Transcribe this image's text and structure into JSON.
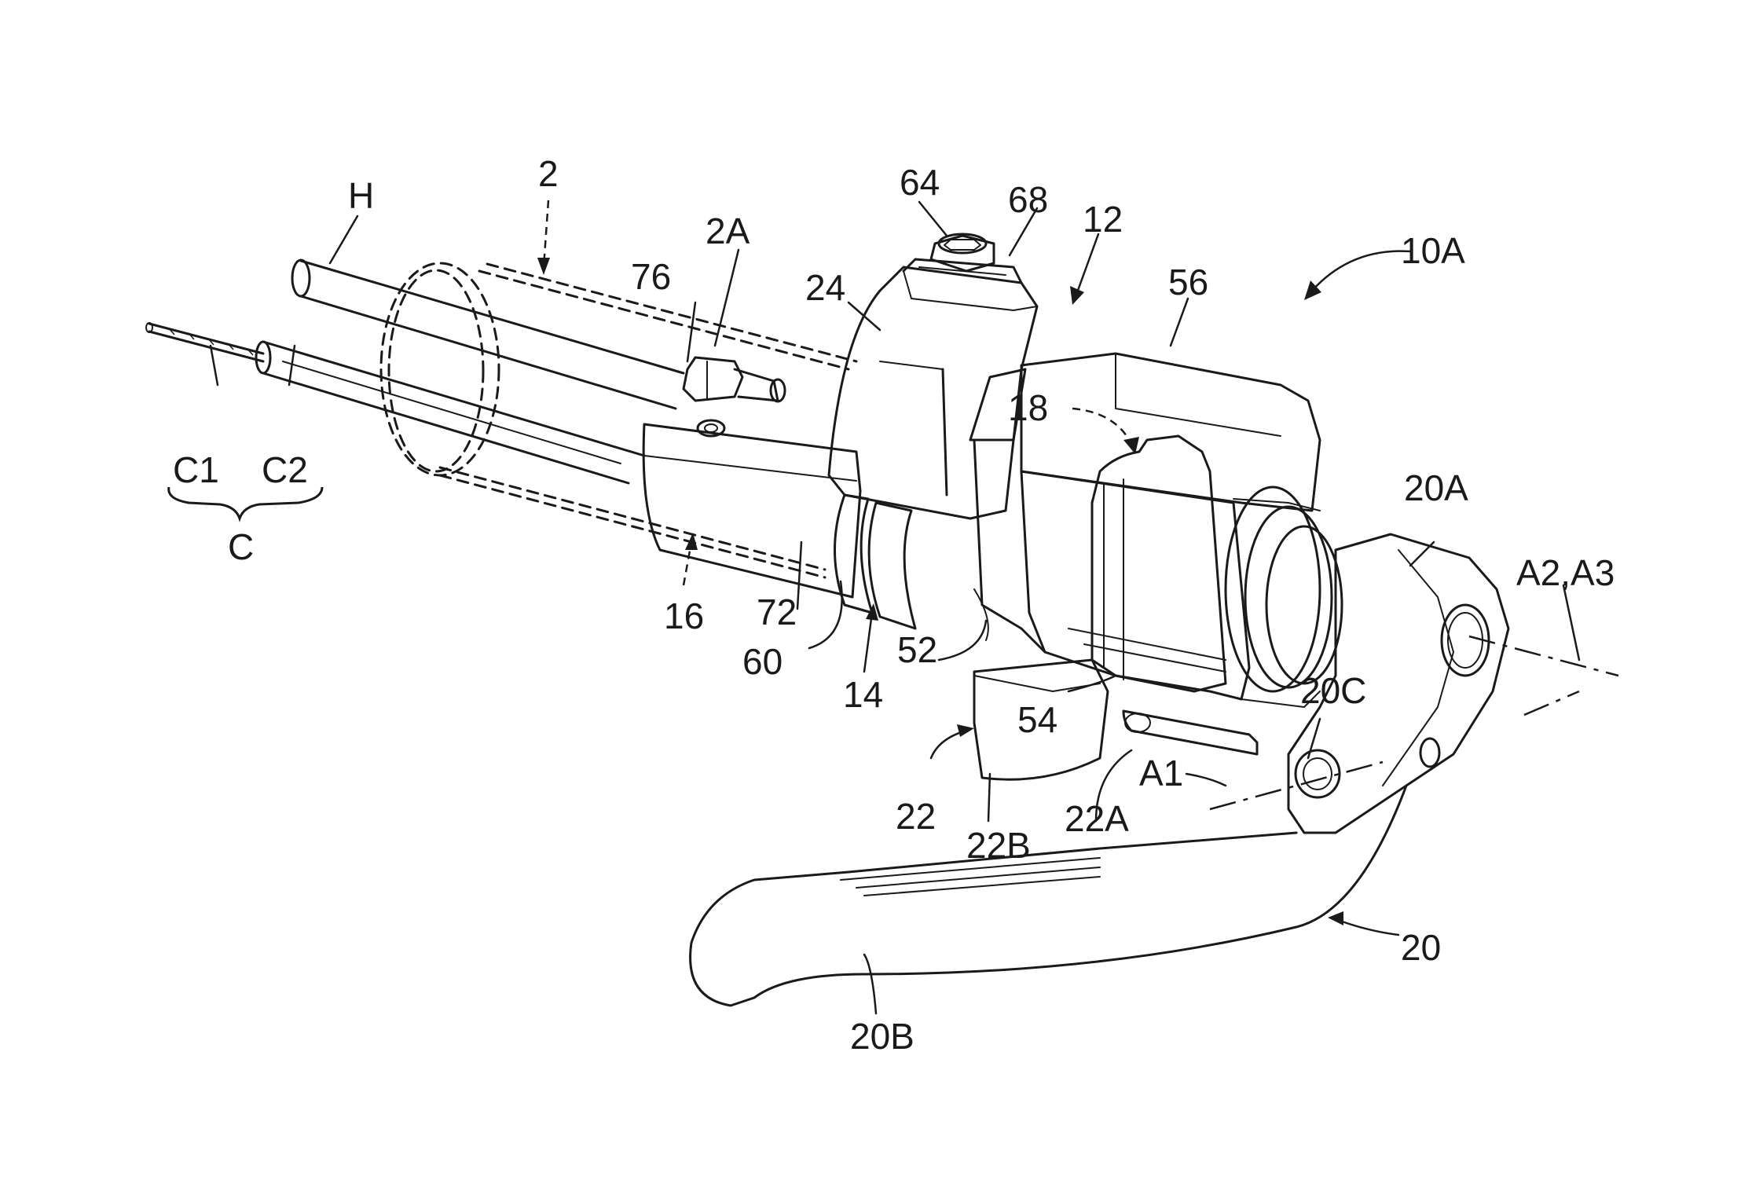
{
  "figure": {
    "labels": {
      "ref_H": "H",
      "ref_2": "2",
      "ref_2A": "2A",
      "ref_76": "76",
      "ref_24": "24",
      "ref_64": "64",
      "ref_68": "68",
      "ref_12": "12",
      "ref_56": "56",
      "ref_10A": "10A",
      "ref_18": "18",
      "ref_20A": "20A",
      "ref_A2A3": "A2,A3",
      "ref_C1": "C1",
      "ref_C2": "C2",
      "ref_C": "C",
      "ref_16": "16",
      "ref_72": "72",
      "ref_60": "60",
      "ref_14": "14",
      "ref_52": "52",
      "ref_54": "54",
      "ref_20C": "20C",
      "ref_A1": "A1",
      "ref_22": "22",
      "ref_22B": "22B",
      "ref_22A": "22A",
      "ref_20": "20",
      "ref_20B": "20B"
    }
  }
}
